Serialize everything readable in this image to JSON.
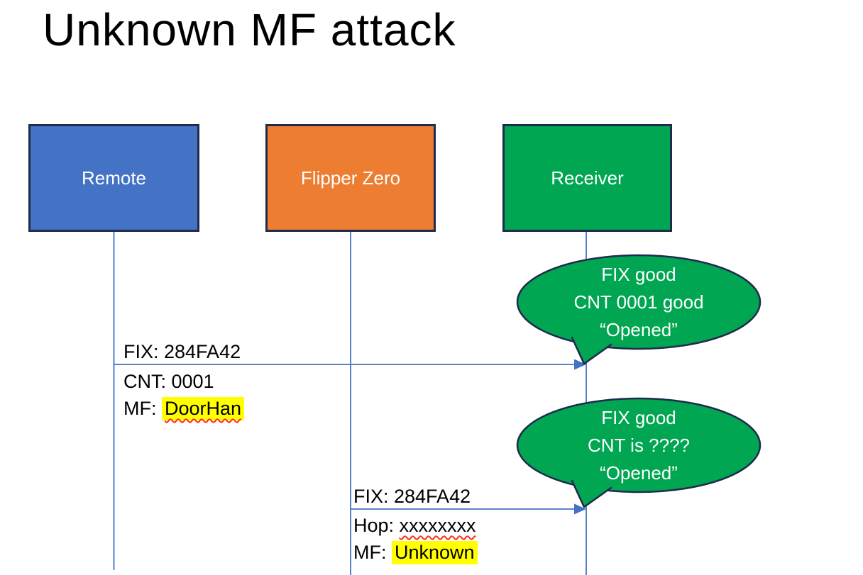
{
  "slide": {
    "title": "Unknown MF attack"
  },
  "actors": [
    {
      "name": "Remote",
      "color": "#4472C4"
    },
    {
      "name": "Flipper Zero",
      "color": "#ED7D31"
    },
    {
      "name": "Receiver",
      "color": "#00A651"
    }
  ],
  "messages": [
    {
      "from": "Remote",
      "to": "Receiver",
      "line1": "FIX: 284FA42",
      "line2": "CNT: 0001",
      "line3_prefix": "MF: ",
      "line3_value": "DoorHan"
    },
    {
      "from": "Flipper Zero",
      "to": "Receiver",
      "line1": "FIX: 284FA42",
      "line2_prefix": "Hop: ",
      "line2_value": "xxxxxxxx",
      "line3_prefix": "MF: ",
      "line3_value": "Unknown"
    }
  ],
  "callouts": [
    {
      "lines": [
        "FIX good",
        "CNT 0001 good",
        "“Opened”"
      ]
    },
    {
      "lines": [
        "FIX good",
        "CNT is ????",
        "“Opened”"
      ]
    }
  ],
  "colors": {
    "blue": "#4472C4",
    "orange": "#ED7D31",
    "green": "#00A651",
    "outline": "#1F2B4D",
    "connector": "#4472C4",
    "yellow": "#FFFF00",
    "red": "#FF2A1A"
  }
}
